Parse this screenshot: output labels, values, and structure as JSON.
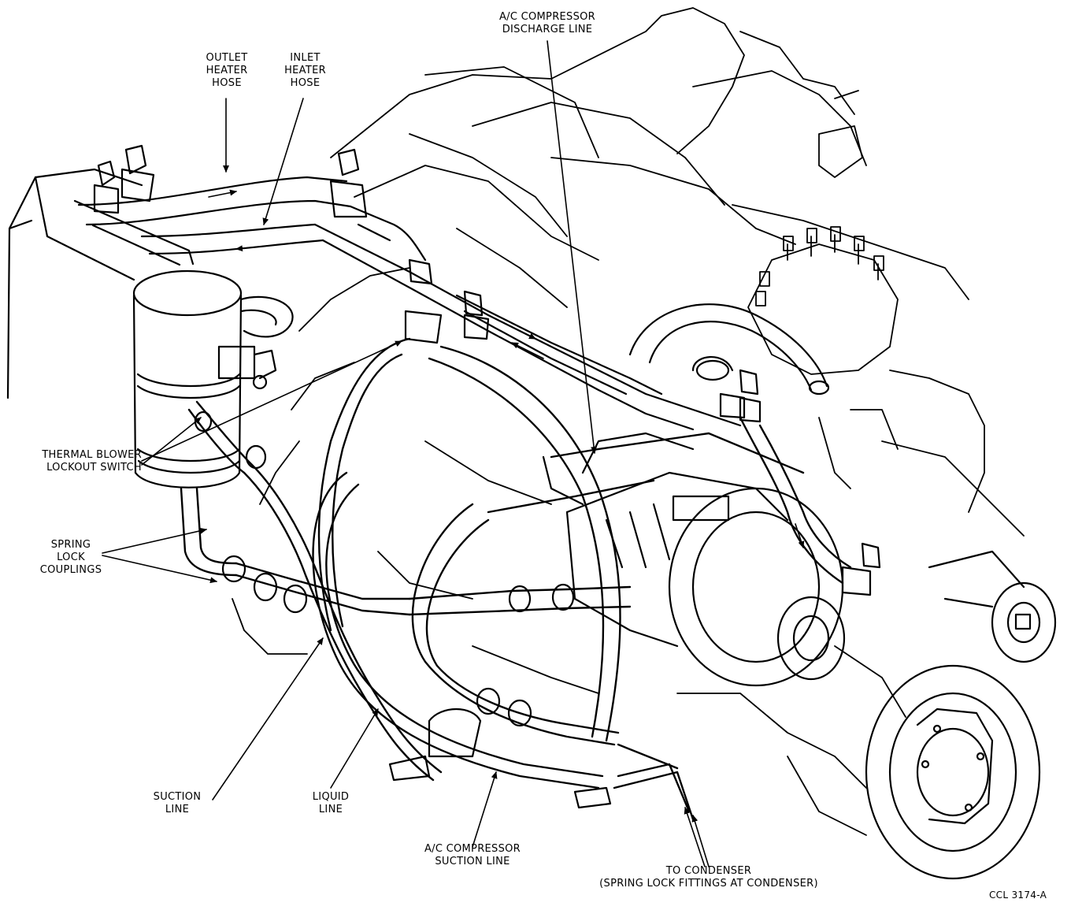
{
  "labels": {
    "outlet_heater_hose": "OUTLET\nHEATER\nHOSE",
    "inlet_heater_hose": "INLET\nHEATER\nHOSE",
    "ac_compressor_discharge_line": "A/C COMPRESSOR\nDISCHARGE LINE",
    "thermal_blower_lockout_switch": "THERMAL BLOWER\nLOCKOUT SWITCH",
    "spring_lock_couplings": "SPRING\nLOCK\nCOUPLINGS",
    "suction_line": "SUCTION\nLINE",
    "liquid_line": "LIQUID\nLINE",
    "ac_compressor_suction_line": "A/C COMPRESSOR\nSUCTION LINE",
    "to_condenser": "TO CONDENSER\n(SPRING LOCK FITTINGS AT CONDENSER)",
    "figure_code": "CCL 3174-A"
  },
  "colors": {
    "ink": "#000000",
    "paper": "#ffffff"
  }
}
